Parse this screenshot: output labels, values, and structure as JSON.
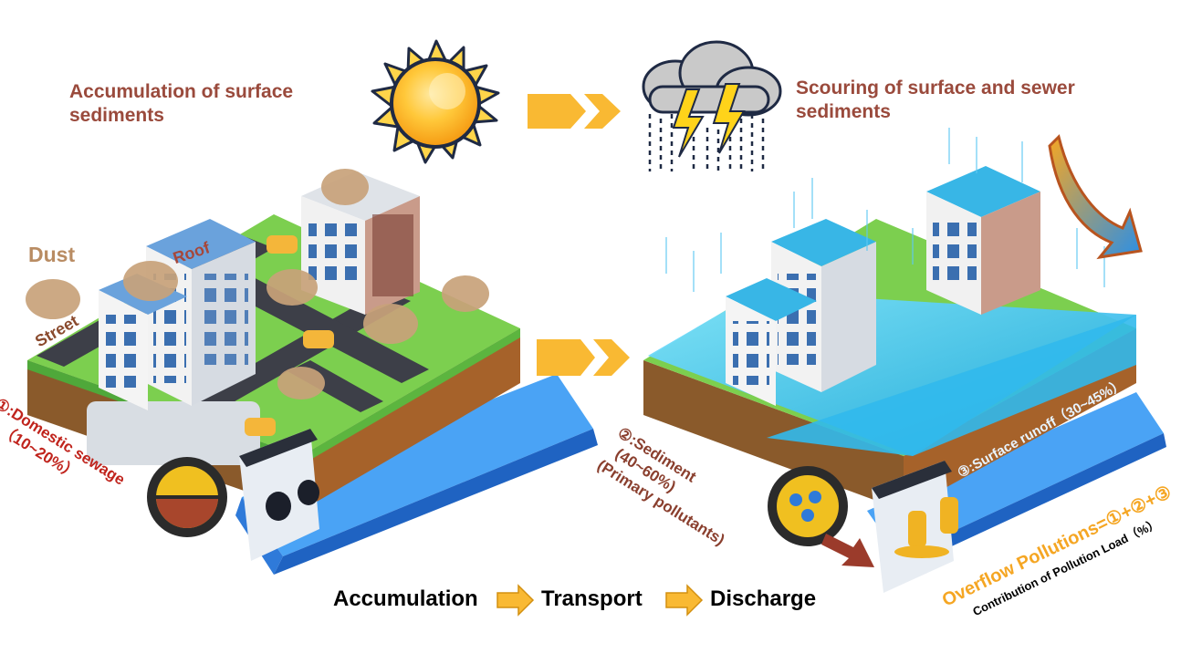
{
  "headings": {
    "left": [
      "Accumulation of surface",
      "sediments"
    ],
    "right": [
      "Scouring of surface and sewer",
      "sediments"
    ]
  },
  "labels": {
    "dust": "Dust",
    "roof": "Roof",
    "street": "Street",
    "domestic": [
      "①:Domestic sewage",
      "（10~20%）"
    ],
    "sediment": [
      "②:Sediment",
      "(40~60%)",
      "(Primary pollutants)"
    ],
    "runoff": "③:Surface runoff（30~45%）",
    "overflow": "Overflow Pollutions=①+②+③",
    "contribution": "Contribution of Pollution Load（%）"
  },
  "flow": [
    "Accumulation",
    "Transport",
    "Discharge"
  ],
  "colors": {
    "heading": "#9a4a3c",
    "arrow": "#f9b933",
    "water": "#29b6e8",
    "grass": "#6cc24a",
    "soil": "#a0522d",
    "river": "#3d8ff0",
    "overflow": "#f5a623",
    "domestic": "#c0241d"
  },
  "icons": [
    "sun-icon",
    "storm-cloud-icon",
    "double-chevron-arrow-icon",
    "curved-arrow-icon",
    "gate-valve-icon",
    "outfall-pipe-icon"
  ]
}
